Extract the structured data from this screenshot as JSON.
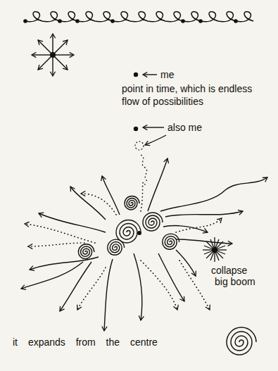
{
  "diagram": {
    "labels": [
      "me",
      "point in time, which is endless flow of possibilities",
      "also me",
      "collapse",
      "big boom",
      "it expands from the centre"
    ]
  }
}
